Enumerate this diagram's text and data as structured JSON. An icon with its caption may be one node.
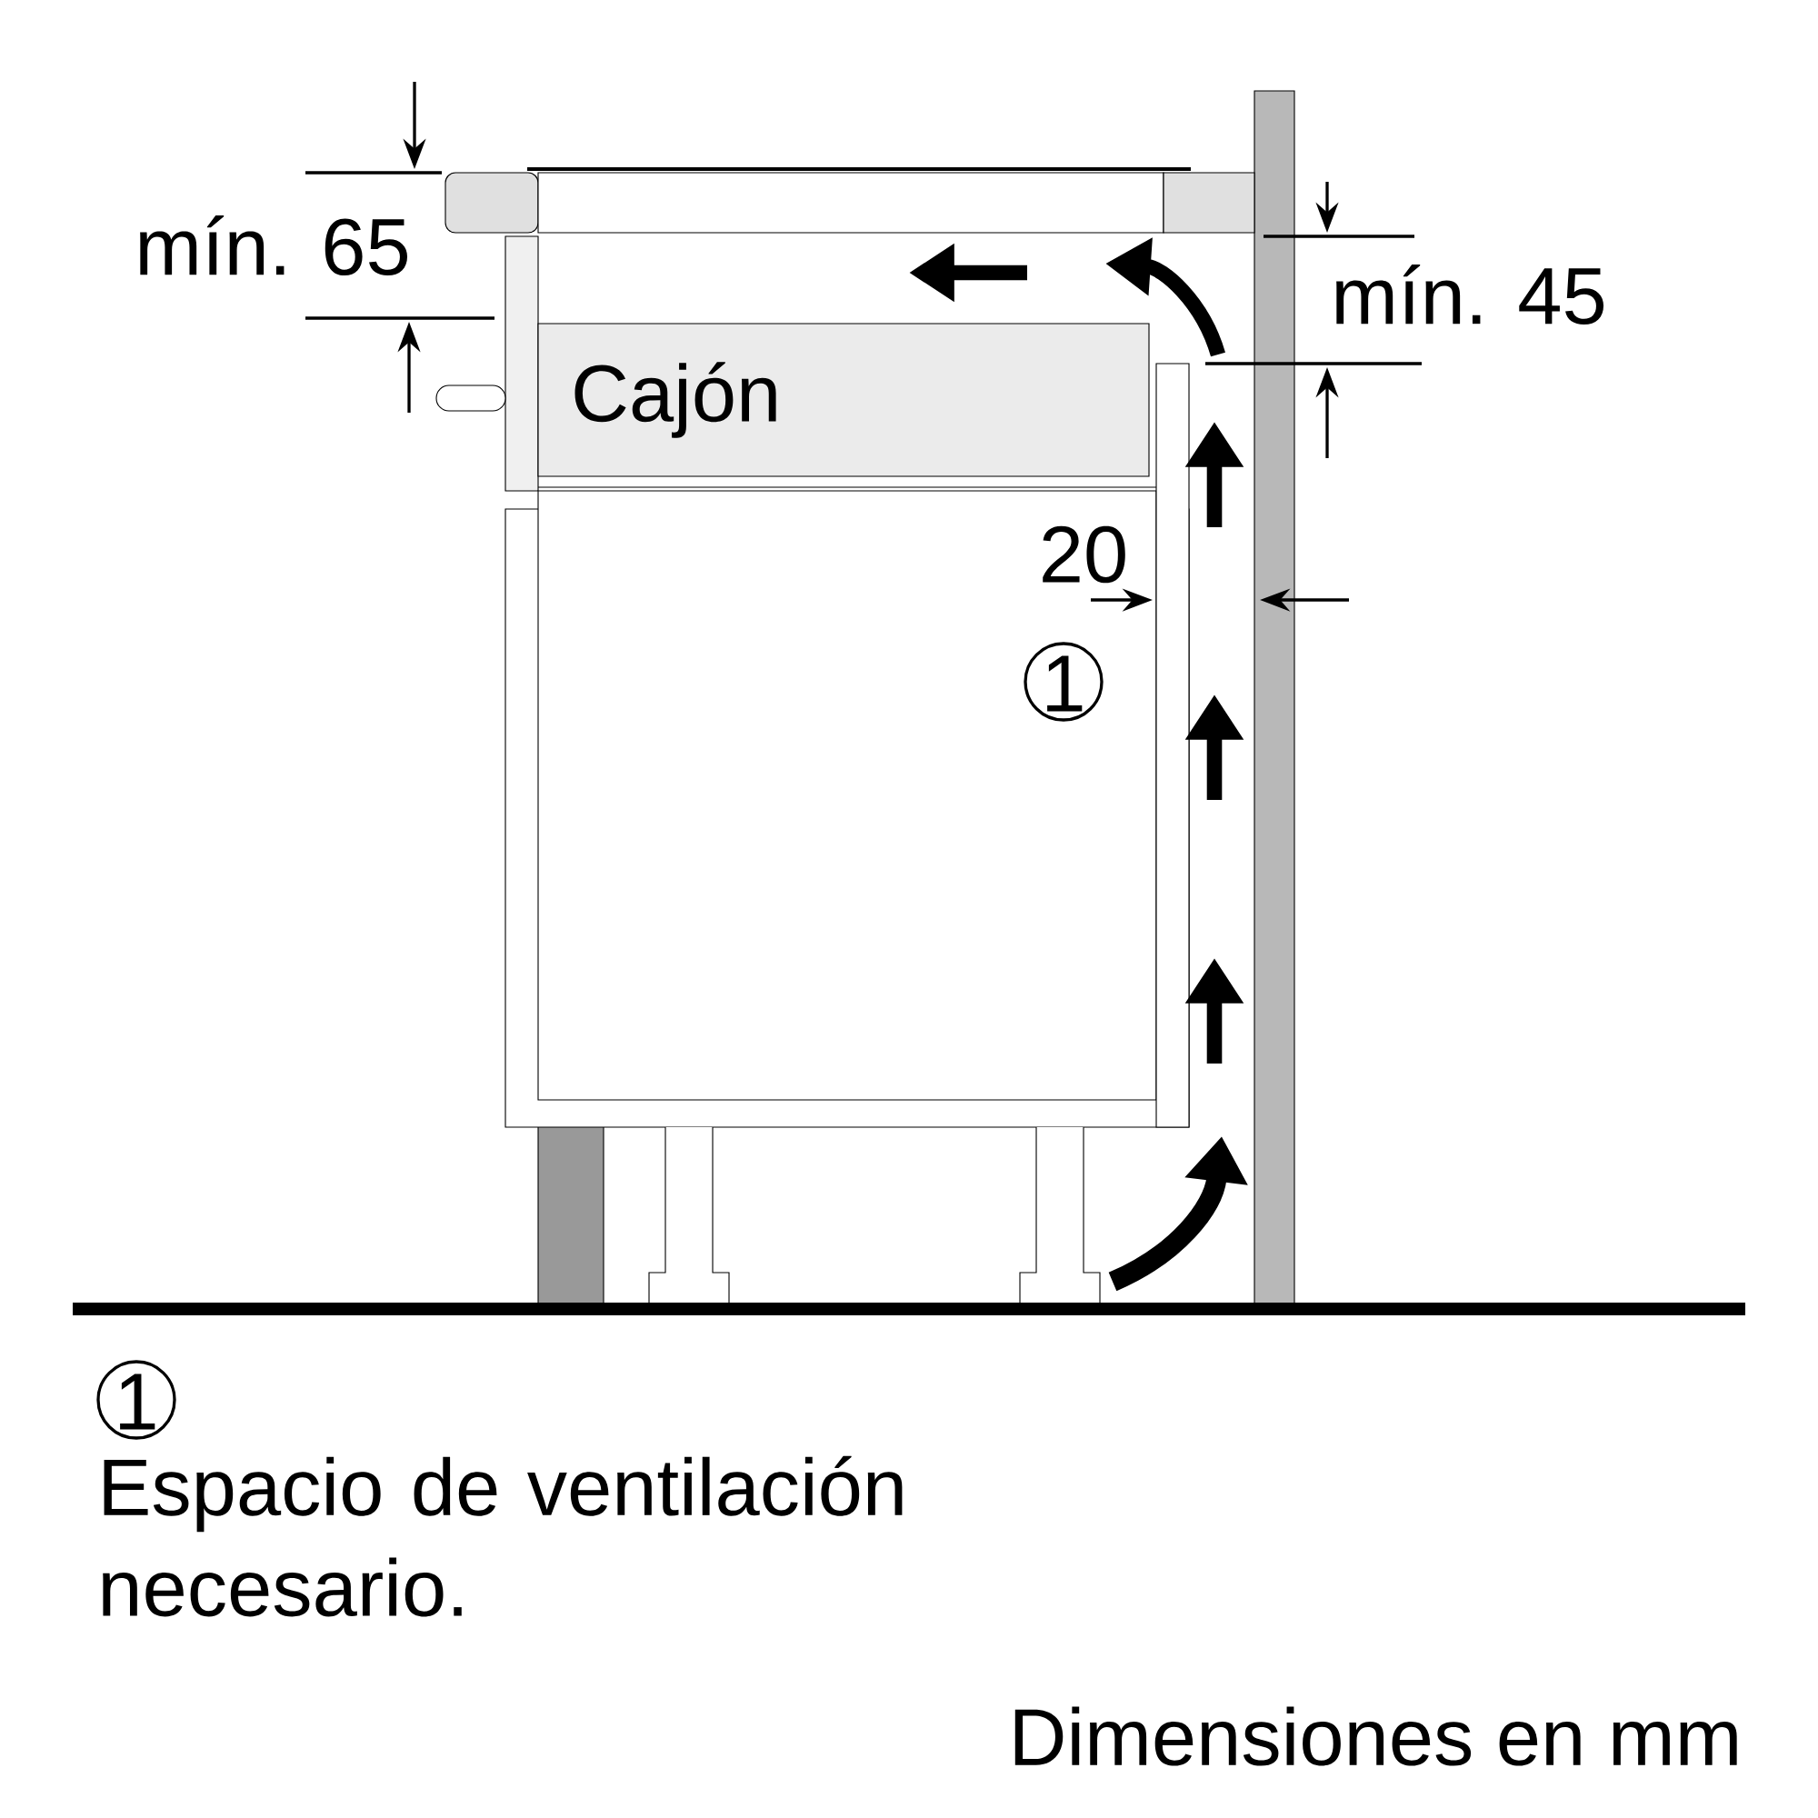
{
  "diagram": {
    "nodes": [
      {
        "text": [
          "Cajón"
        ]
      }
    ],
    "labels": [
      "mín. 65",
      "mín. 45",
      "20",
      "1",
      "1",
      "Espacio de ventilación necesario.",
      "Dimensiones en mm"
    ]
  }
}
